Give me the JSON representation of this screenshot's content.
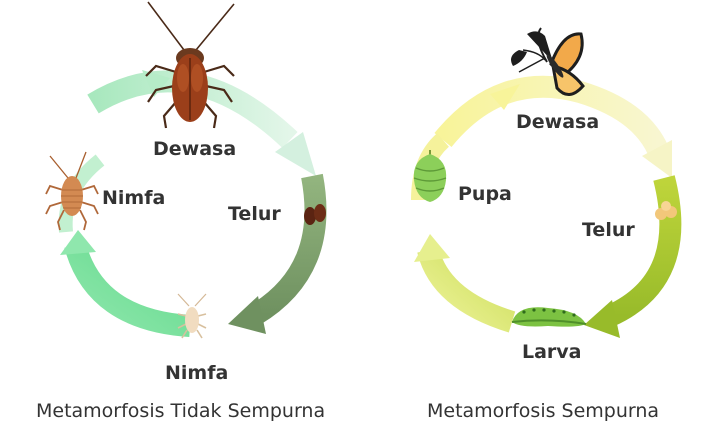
{
  "left_cycle": {
    "labels": {
      "dewasa": "Dewasa",
      "telur": "Telur",
      "nimfa_small": "Nimfa",
      "nimfa_large": "Nimfa"
    },
    "caption": "Metamorfosis Tidak Sempurna"
  },
  "right_cycle": {
    "labels": {
      "dewasa": "Dewasa",
      "telur": "Telur",
      "larva": "Larva",
      "pupa": "Pupa"
    },
    "caption": "Metamorfosis Sempurna"
  },
  "colors": {
    "left_arrow_top": "#cfeedd",
    "left_arrow_right": "#7d9e6a",
    "left_arrow_left": "#6fdc94",
    "right_arrow_top": "#f6f3b3",
    "right_arrow_right": "#a9c734",
    "right_arrow_left": "#dbe67a"
  },
  "icons": [
    "cockroach-icon",
    "cockroach-egg-icon",
    "nymph-small-icon",
    "nymph-large-icon",
    "butterfly-icon",
    "butterfly-egg-icon",
    "caterpillar-icon",
    "chrysalis-icon"
  ]
}
